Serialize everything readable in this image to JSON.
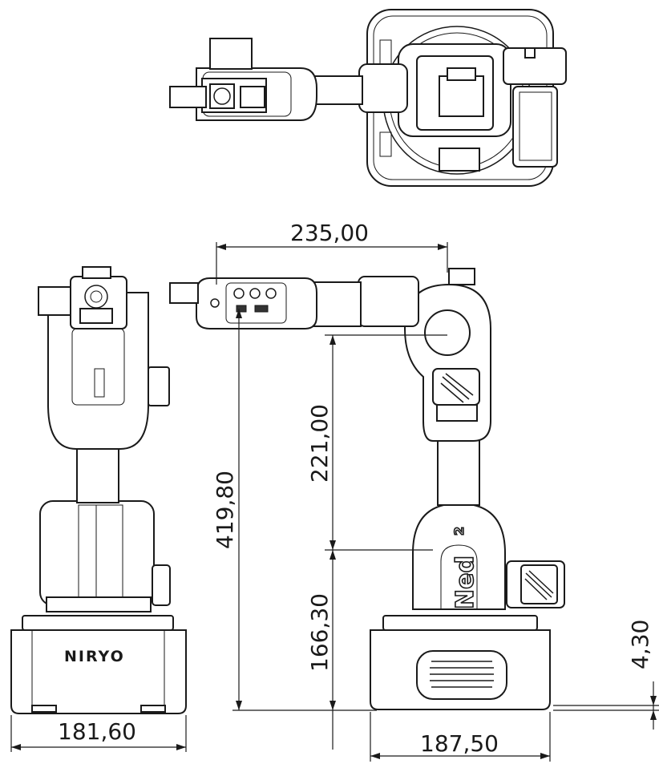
{
  "brand": {
    "name": "NIRYO",
    "model_logo": "Ned",
    "model_logo_sup": "2"
  },
  "dimensions": {
    "arm_reach": "235,00",
    "total_height": "419,80",
    "upper_height": "221,00",
    "base_to_shoulder": "166,30",
    "base_plate": "4,30",
    "front_width": "181,60",
    "side_width": "187,50"
  }
}
